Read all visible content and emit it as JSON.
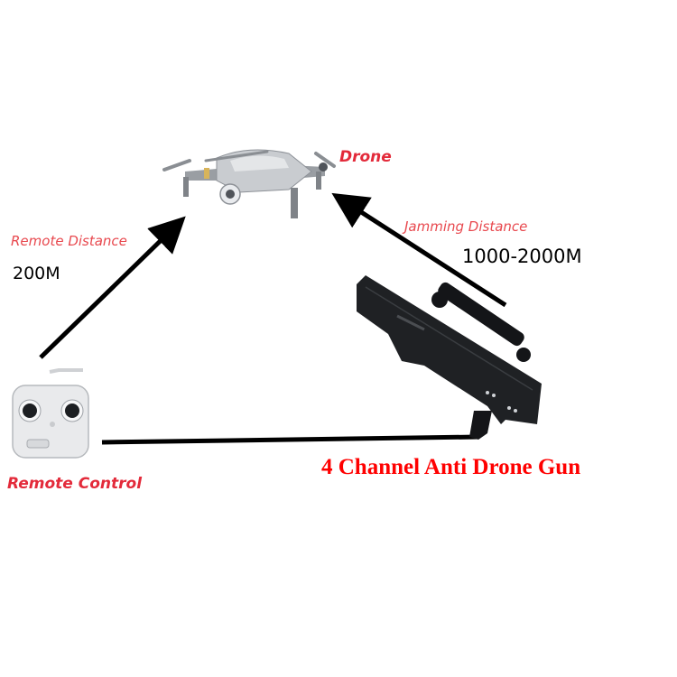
{
  "diagram": {
    "nodes": {
      "drone": {
        "label": "Drone"
      },
      "remote_control": {
        "label": "Remote Control"
      },
      "gun": {
        "label": "4 Channel Anti Drone Gun"
      }
    },
    "edges": {
      "remote": {
        "label": "Remote Distance",
        "value": "200M"
      },
      "jamming": {
        "label": "Jamming Distance",
        "value": "1000-2000M"
      }
    },
    "colors": {
      "label_red": "#e8484e",
      "title_red": "#ff0000",
      "line": "#000000",
      "background": "#ffffff"
    }
  }
}
